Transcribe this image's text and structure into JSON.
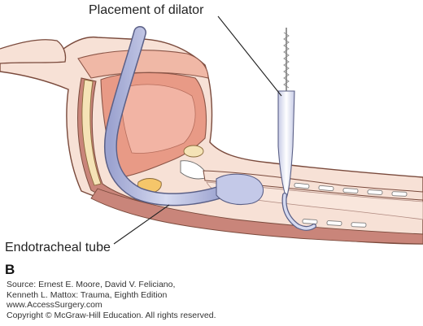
{
  "labels": {
    "dilator": "Placement of dilator",
    "tube": "Endotracheal tube",
    "panel": "B"
  },
  "citation": {
    "line1": "Source: Ernest E. Moore, David V. Feliciano,",
    "line2": "Kenneth L. Mattox: Trauma, Eighth Edition",
    "line3": "www.AccessSurgery.com",
    "line4": "Copyright © McGraw-Hill Education. All rights reserved."
  },
  "colors": {
    "skin": "#f3d6c6",
    "skin_outline": "#7a4a3c",
    "oral_cavity": "#e89a86",
    "oral_inner": "#f2b4a4",
    "muscle": "#c9857a",
    "tube": "#b9bfe0",
    "tube_outline": "#5a5f86",
    "bone": "#f5e3b6",
    "cartilage": "#ffffff"
  }
}
